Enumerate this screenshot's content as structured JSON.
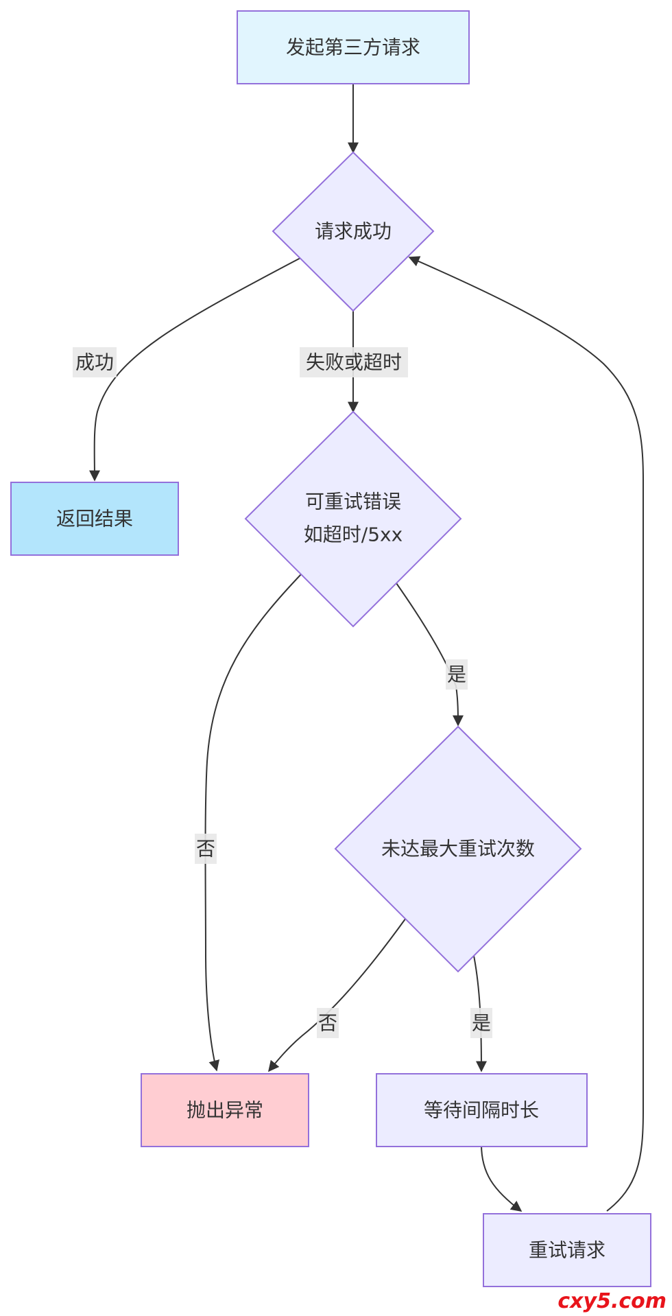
{
  "nodes": {
    "start": {
      "label": "发起第三方请求",
      "fill": "#e1f5fe",
      "stroke": "#9370db"
    },
    "success_check": {
      "label": "请求成功",
      "fill": "#ececff",
      "stroke": "#9370db"
    },
    "return_result": {
      "label": "返回结果",
      "fill": "#b3e5fc",
      "stroke": "#9370db"
    },
    "retryable_check": {
      "line1": "可重试错误",
      "line2": "如超时/5xx",
      "fill": "#ececff",
      "stroke": "#9370db"
    },
    "max_retry_check": {
      "label": "未达最大重试次数",
      "fill": "#ececff",
      "stroke": "#9370db"
    },
    "throw_exception": {
      "label": "抛出异常",
      "fill": "#ffcdd2",
      "stroke": "#9370db"
    },
    "wait_interval": {
      "label": "等待间隔时长",
      "fill": "#ececff",
      "stroke": "#9370db"
    },
    "retry_request": {
      "label": "重试请求",
      "fill": "#ececff",
      "stroke": "#9370db"
    }
  },
  "edges": {
    "success": "成功",
    "fail_or_timeout": "失败或超时",
    "retryable_no": "否",
    "retryable_yes": "是",
    "max_no": "否",
    "max_yes": "是"
  },
  "watermark": "cxy5.com"
}
